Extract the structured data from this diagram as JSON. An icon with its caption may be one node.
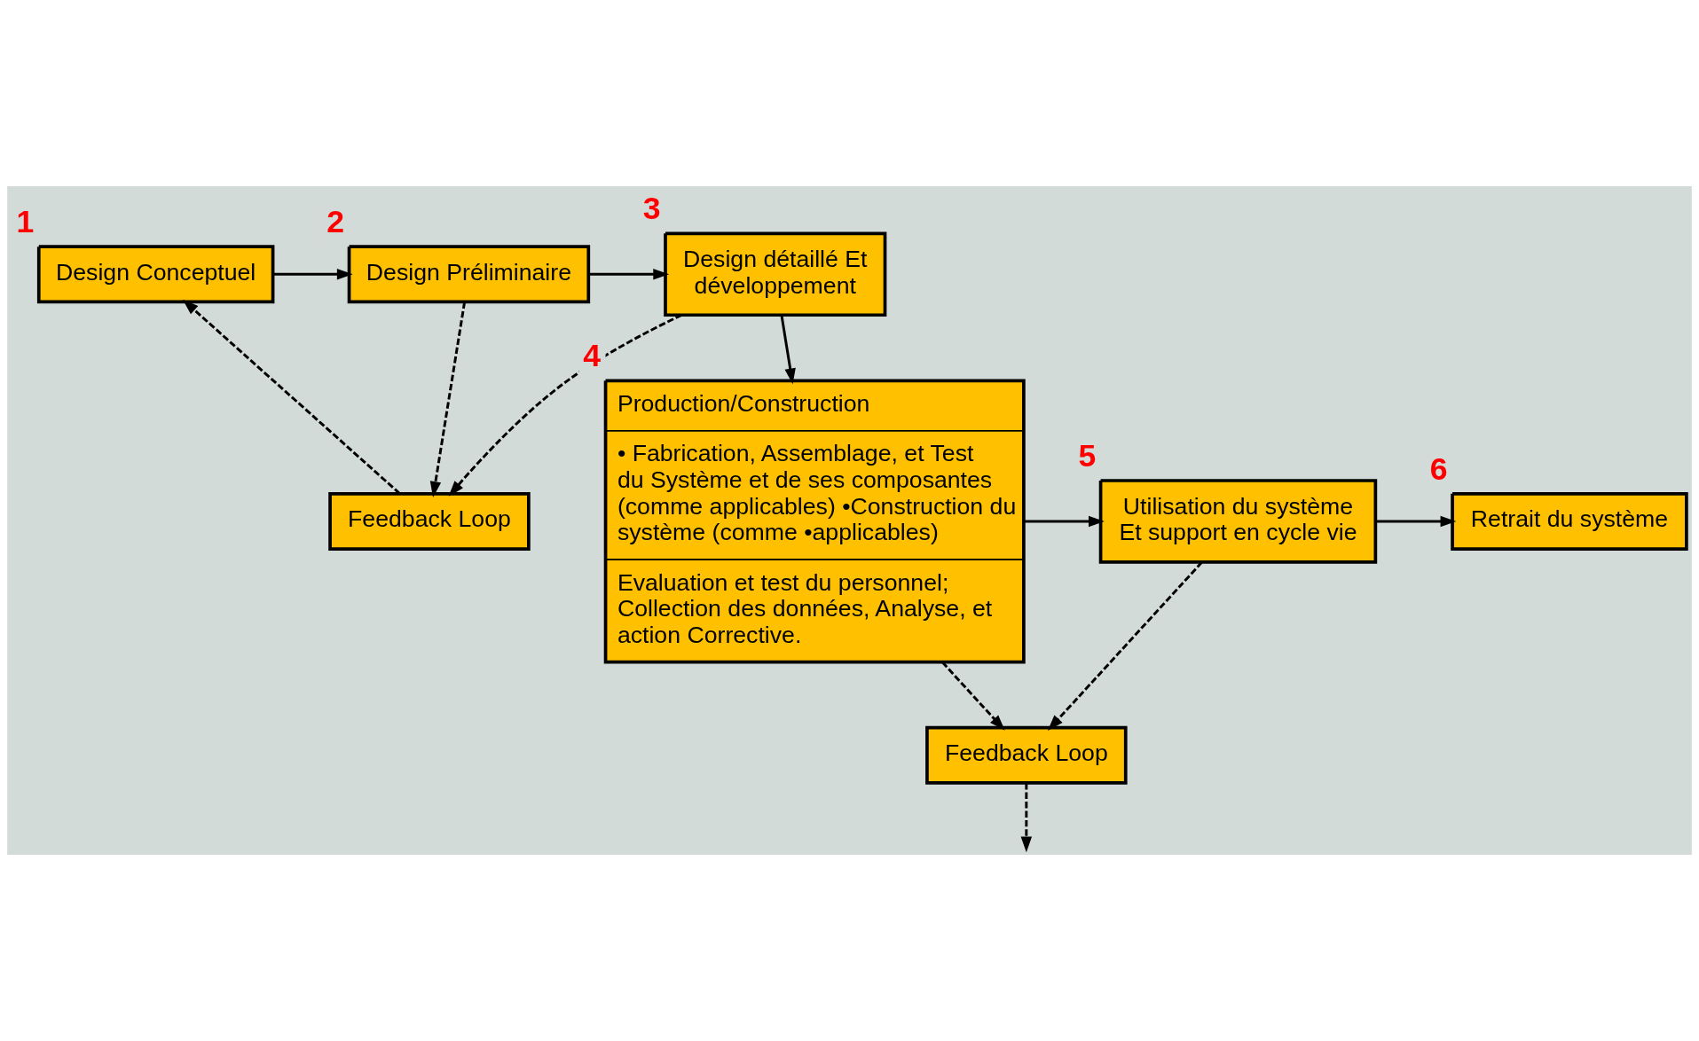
{
  "diagram": {
    "nodes": [
      {
        "text": [
          "Design Conceptuel"
        ],
        "beside": [
          "1"
        ]
      },
      {
        "text": [
          "Design Préliminaire"
        ],
        "beside": [
          "2"
        ]
      },
      {
        "text": [
          "Design détaillé Et développement"
        ],
        "beside": [
          "3"
        ]
      },
      {
        "text": [
          "Feedback Loop"
        ]
      },
      {
        "text": [
          "Production/Construction",
          "• Fabrication, Assemblage, et Test du Système et de ses composantes (comme applicables) •Construction du système (comme •applicables)",
          "Evaluation et test du personnel; Collection des données, Analyse, et action Corrective."
        ],
        "beside": [
          "4"
        ]
      },
      {
        "text": [
          "Utilisation du système Et support en cycle vie"
        ],
        "beside": [
          "5"
        ]
      },
      {
        "text": [
          "Retrait du système"
        ],
        "beside": [
          "6"
        ]
      },
      {
        "text": [
          "Feedback Loop"
        ]
      }
    ],
    "edges": [
      {
        "from": 0,
        "to": 1,
        "arrow": "to"
      },
      {
        "from": 1,
        "to": 2,
        "arrow": "to"
      },
      {
        "from": 1,
        "to": 3,
        "arrow": "to",
        "style": "dashed"
      },
      {
        "from": 2,
        "to": 3,
        "arrow": "to",
        "style": "dashed"
      },
      {
        "from": 3,
        "to": 0,
        "arrow": "to",
        "style": "dashed"
      },
      {
        "from": 2,
        "to": 4,
        "arrow": "to"
      },
      {
        "from": 4,
        "to": 5,
        "arrow": "to"
      },
      {
        "from": 5,
        "to": 6,
        "arrow": "to"
      },
      {
        "from": 4,
        "to": 7,
        "arrow": "to",
        "style": "dashed"
      },
      {
        "from": 5,
        "to": 7,
        "arrow": "to",
        "style": "dashed"
      },
      {
        "from": 7,
        "to": null,
        "arrow": "to",
        "style": "dashed"
      }
    ]
  }
}
